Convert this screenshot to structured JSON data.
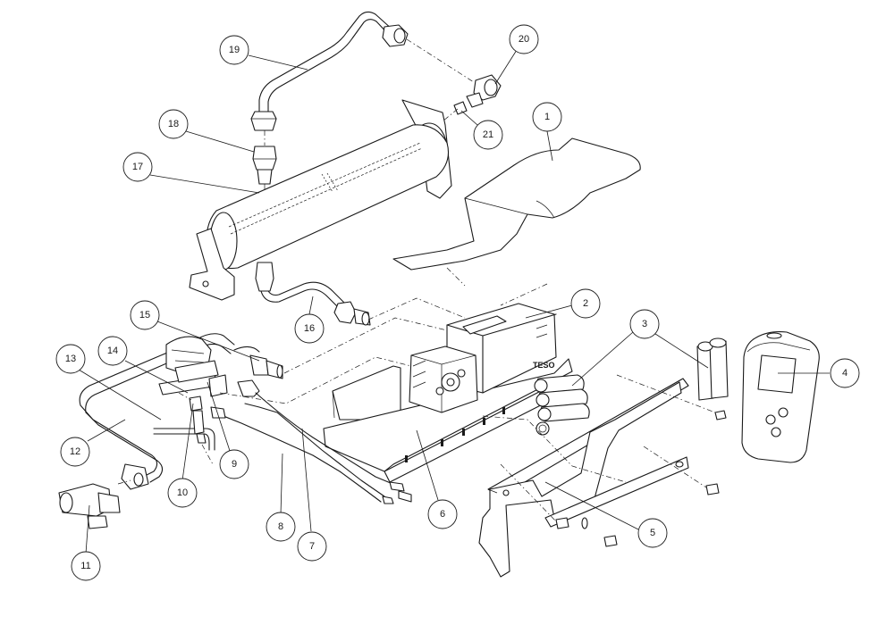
{
  "diagram": {
    "callouts": [
      {
        "id": "1",
        "label": "1"
      },
      {
        "id": "2",
        "label": "2"
      },
      {
        "id": "3",
        "label": "3"
      },
      {
        "id": "4",
        "label": "4"
      },
      {
        "id": "5",
        "label": "5"
      },
      {
        "id": "6",
        "label": "6"
      },
      {
        "id": "7",
        "label": "7"
      },
      {
        "id": "8",
        "label": "8"
      },
      {
        "id": "9",
        "label": "9"
      },
      {
        "id": "10",
        "label": "10"
      },
      {
        "id": "11",
        "label": "11"
      },
      {
        "id": "12",
        "label": "12"
      },
      {
        "id": "13",
        "label": "13"
      },
      {
        "id": "14",
        "label": "14"
      },
      {
        "id": "15",
        "label": "15"
      },
      {
        "id": "16",
        "label": "16"
      },
      {
        "id": "17",
        "label": "17"
      },
      {
        "id": "18",
        "label": "18"
      },
      {
        "id": "19",
        "label": "19"
      },
      {
        "id": "20",
        "label": "20"
      },
      {
        "id": "21",
        "label": "21"
      }
    ],
    "gas_valve_brand": "TESO"
  }
}
